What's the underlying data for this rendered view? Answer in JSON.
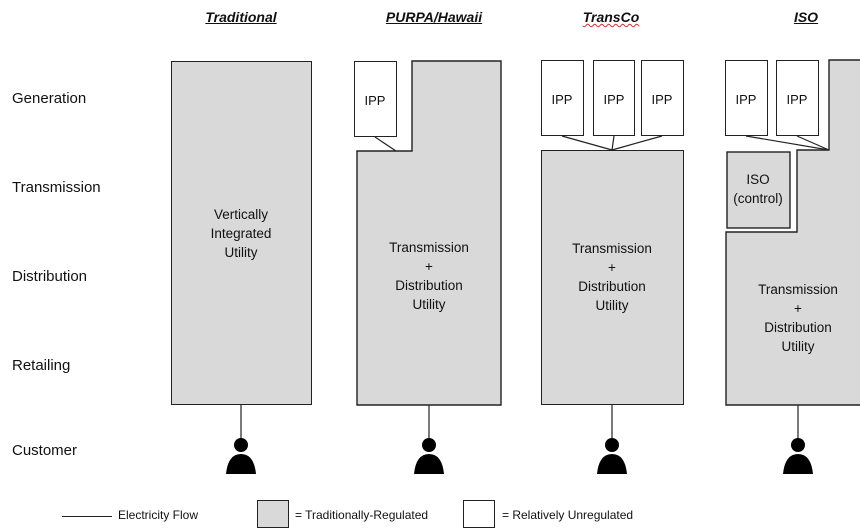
{
  "columns": {
    "traditional": "Traditional",
    "purpa": "PURPA/Hawaii",
    "transco": "TransCo",
    "iso": "ISO"
  },
  "rows": {
    "generation": "Generation",
    "transmission": "Transmission",
    "distribution": "Distribution",
    "retailing": "Retailing",
    "customer": "Customer"
  },
  "boxes": {
    "vertically_integrated": [
      "Vertically",
      "Integrated",
      "Utility"
    ],
    "td_utility": [
      "Transmission",
      "+",
      "Distribution",
      "Utility"
    ],
    "ipp": "IPP",
    "iso_control": [
      "ISO",
      "(control)"
    ]
  },
  "legend": {
    "flow": "Electricity Flow",
    "regulated": "= Traditionally-Regulated",
    "unregulated": "= Relatively Unregulated"
  },
  "colors": {
    "regulated": "#d9d9d9",
    "unregulated": "#ffffff",
    "line": "#222222",
    "customer_icon": "#000000"
  }
}
